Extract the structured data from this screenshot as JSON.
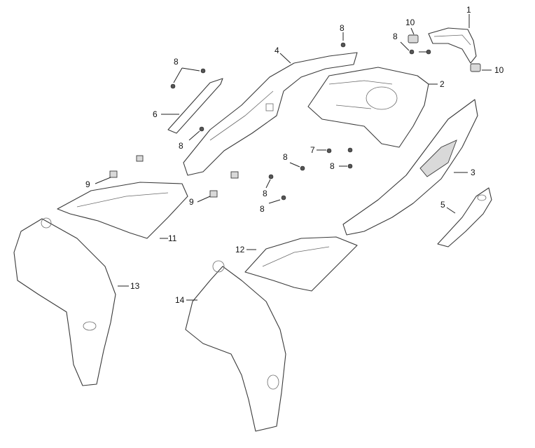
{
  "callouts": {
    "c1": "1",
    "c2": "2",
    "c3": "3",
    "c4": "4",
    "c5": "5",
    "c6": "6",
    "c7": "7",
    "c8a": "8",
    "c8b": "8",
    "c8c": "8",
    "c8d": "8",
    "c8e": "8",
    "c8f": "8",
    "c8g": "8",
    "c8h": "8",
    "c9a": "9",
    "c9b": "9",
    "c10a": "10",
    "c10b": "10",
    "c11": "11",
    "c12": "12",
    "c13": "13",
    "c14": "14"
  }
}
